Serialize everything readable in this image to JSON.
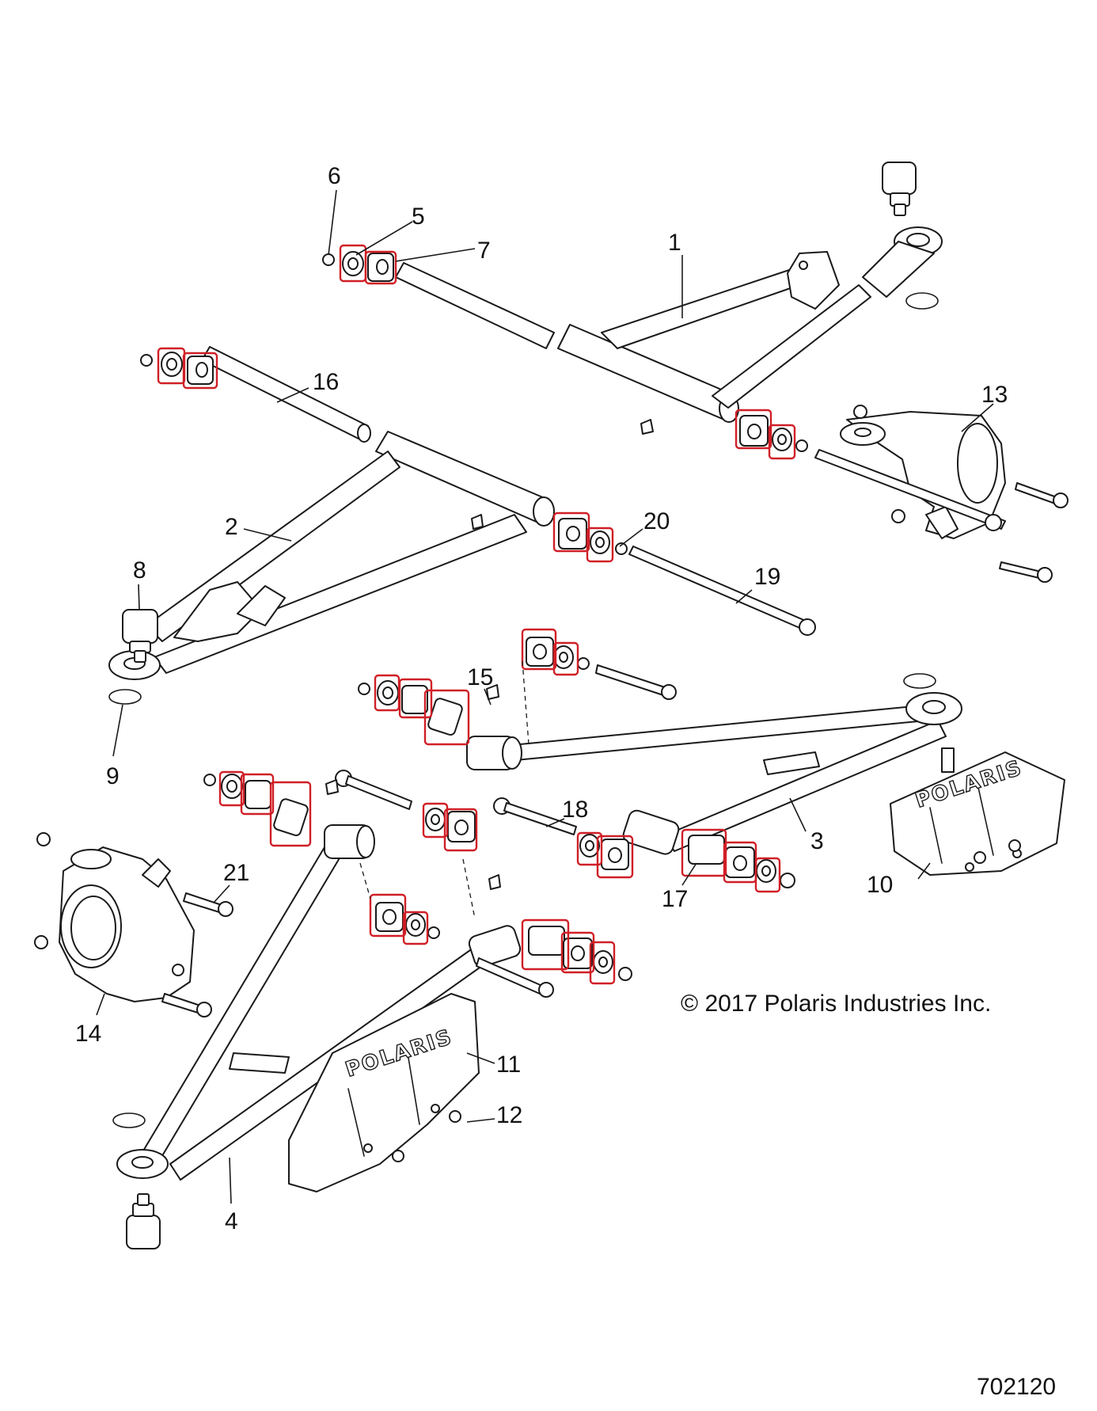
{
  "diagram": {
    "callouts": [
      "1",
      "2",
      "3",
      "4",
      "5",
      "6",
      "7",
      "8",
      "9",
      "10",
      "11",
      "12",
      "13",
      "14",
      "15",
      "16",
      "17",
      "18",
      "19",
      "20",
      "21"
    ],
    "guard_brand": "POLARIS",
    "copyright": "© 2017 Polaris Industries Inc.",
    "drawing_number": "702120",
    "highlight_color": "#d01f26",
    "line_color": "#1a1a1a"
  }
}
